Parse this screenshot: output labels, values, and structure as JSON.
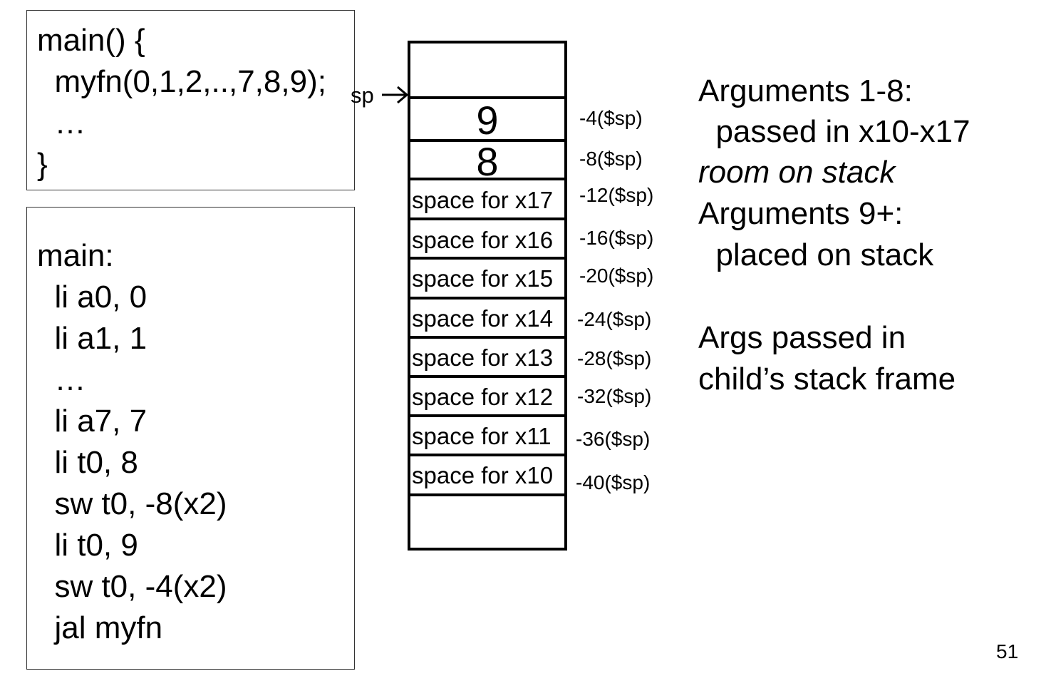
{
  "c_code": {
    "lines": [
      "main() {",
      "  myfn(0,1,2,..,7,8,9);",
      "  …",
      "}"
    ]
  },
  "asm_code": {
    "lines": [
      "main:",
      "  li a0, 0",
      "  li a1, 1",
      "  …",
      "  li a7, 7",
      "  li t0, 8",
      "  sw t0, -8(x2)",
      "  li t0, 9",
      "  sw t0, -4(x2)",
      "  jal myfn"
    ]
  },
  "stack": {
    "sp_label": "sp",
    "cells": [
      "",
      "9",
      "8",
      "space for x17",
      "space for x16",
      "space for x15",
      "space for x14",
      "space for x13",
      "space for x12",
      "space for x11",
      "space for x10",
      ""
    ],
    "offsets": [
      "-4($sp)",
      "-8($sp)",
      "-12($sp)",
      "-16($sp)",
      "-20($sp)",
      "-24($sp)",
      "-28($sp)",
      "-32($sp)",
      "-36($sp)",
      "-40($sp)"
    ]
  },
  "notes": {
    "args_1_8": "Arguments 1-8:",
    "args_1_8_detail": "  passed in x10-x17",
    "room_on_stack": "room on stack",
    "args_9_plus": "Arguments 9+:",
    "args_9_plus_detail": "  placed on stack",
    "args_passed_1": "Args passed in",
    "args_passed_2": "child’s stack frame"
  },
  "page_number": "51"
}
